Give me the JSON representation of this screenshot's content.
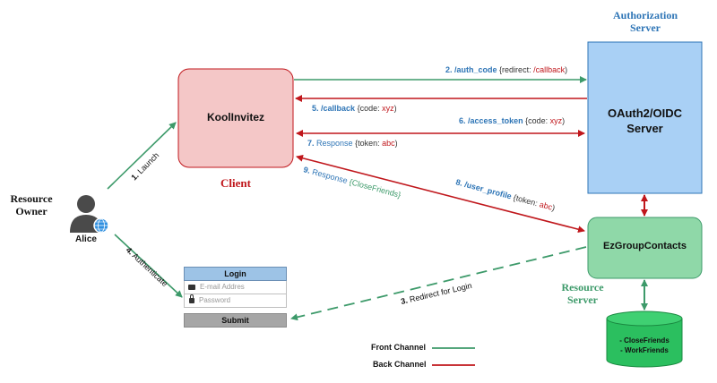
{
  "nodes": {
    "client": {
      "name": "KoolInvitez",
      "label": "Client"
    },
    "auth_server": {
      "name_line1": "OAuth2/OIDC",
      "name_line2": "Server",
      "label_line1": "Authorization",
      "label_line2": "Server"
    },
    "resource_server": {
      "name": "EzGroupContacts",
      "label_line1": "Resource",
      "label_line2": "Server"
    },
    "resource_owner": {
      "label_line1": "Resource",
      "label_line2": "Owner",
      "name": "Alice"
    },
    "database": {
      "items": [
        "- CloseFriends",
        "- WorkFriends"
      ]
    }
  },
  "login_form": {
    "title": "Login",
    "email_placeholder": "E-mail Addres",
    "password_placeholder": "Password",
    "submit": "Submit"
  },
  "flows": [
    {
      "num": "1.",
      "text": "Launch"
    },
    {
      "num": "2.",
      "path": "/auth_code",
      "params_open": " {redirect: ",
      "params_value": "/callback",
      "params_close": ")"
    },
    {
      "num": "3.",
      "text": "Redirect for Login"
    },
    {
      "num": "4.",
      "text": "Authenticate"
    },
    {
      "num": "5.",
      "path": "/callback",
      "params_open": " {code: ",
      "params_value": "xyz",
      "params_close": ")"
    },
    {
      "num": "6.",
      "path": "/access_token",
      "params_open": " {code: ",
      "params_value": "xyz",
      "params_close": ")"
    },
    {
      "num": "7.",
      "path": "Response",
      "params_open": " {token: ",
      "params_value": "abc",
      "params_close": ")"
    },
    {
      "num": "8.",
      "path": "/user_profile",
      "params_open": " {token: ",
      "params_value": "abc",
      "params_close": ")"
    },
    {
      "num": "9.",
      "path": "Response",
      "params_open": " {CloseFriends}",
      "params_value": "",
      "params_close": ""
    }
  ],
  "legend": {
    "front": "Front Channel",
    "back": "Back Channel"
  },
  "colors": {
    "front_channel": "#3d9a6a",
    "back_channel": "#c0171c",
    "path_blue": "#2e75b6",
    "value_red": "#c0171c",
    "client_fill": "#f4c7c7",
    "auth_fill": "#a9d0f5",
    "resource_fill": "#8fd8a8",
    "db_fill": "#2bbf5f",
    "title_red": "#c0171c",
    "title_blue": "#2e75b6",
    "title_green": "#3d9a6a"
  }
}
